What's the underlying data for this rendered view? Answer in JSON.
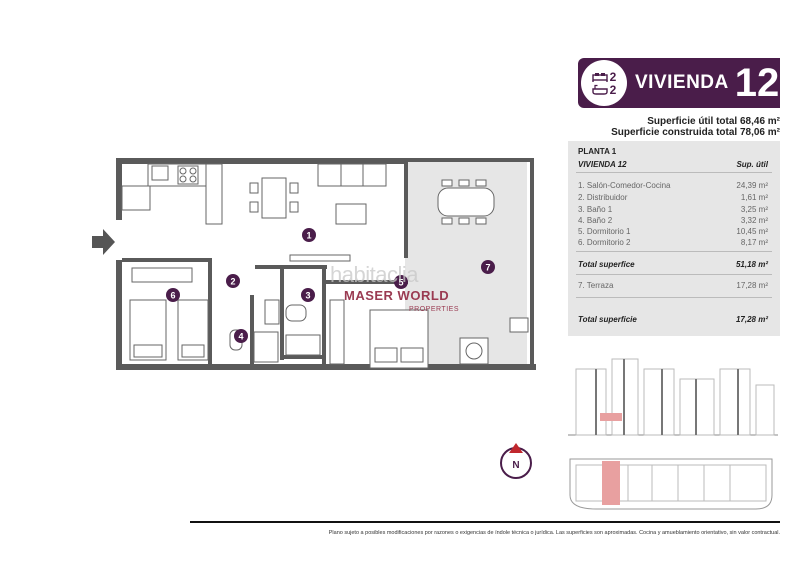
{
  "header": {
    "bedrooms": "2",
    "bathrooms": "2",
    "label": "VIVIENDA",
    "number": "12"
  },
  "surfaces": {
    "util": "Superficie útil total 68,46 m²",
    "construida": "Superficie construida total 78,06 m²"
  },
  "table": {
    "planta": "PLANTA 1",
    "vivienda": "VIVIENDA 12",
    "col_header": "Sup. útil",
    "rows": [
      {
        "label": "1. Salón-Comedor-Cocina",
        "value": "24,39 m²"
      },
      {
        "label": "2. Distribuidor",
        "value": "1,61 m²"
      },
      {
        "label": "3. Baño 1",
        "value": "3,25 m²"
      },
      {
        "label": "4. Baño 2",
        "value": "3,32 m²"
      },
      {
        "label": "5. Dormitorio 1",
        "value": "10,45 m²"
      },
      {
        "label": "6. Dormitorio 2",
        "value": "8,17 m²"
      }
    ],
    "total1": {
      "label": "Total superfice",
      "value": "51,18 m²"
    },
    "terraza": {
      "label": "7. Terraza",
      "value": "17,28 m²"
    },
    "total2": {
      "label": "Total superficie",
      "value": "17,28 m²"
    }
  },
  "plan_labels": [
    "1",
    "2",
    "3",
    "4",
    "5",
    "6",
    "7"
  ],
  "watermark": {
    "line1": "habitaclia",
    "line2": "MASER WORLD",
    "line3": "PROPERTIES"
  },
  "compass_letter": "N",
  "footer": "Plano sujeto a posibles modificaciones por razones o exigencias de índole técnica o jurídica. Las superficies son aproximadas. Cocina y amueblamiento orientativo, sin valor contractual.",
  "colors": {
    "brand": "#4a1d4a",
    "highlight": "#e8a0a0"
  }
}
